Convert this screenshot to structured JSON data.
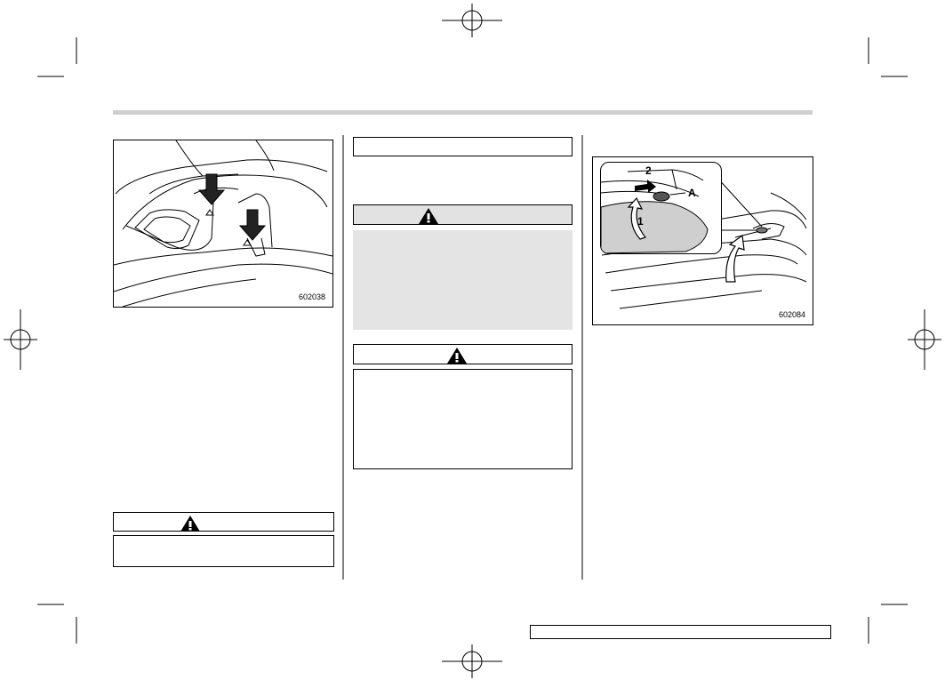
{
  "figures": {
    "left_code": "602038",
    "right_code": "602084",
    "right_callouts": {
      "step1": "1",
      "step2": "2",
      "part": "A"
    }
  },
  "icons": {
    "warning": "warning-triangle-icon"
  }
}
